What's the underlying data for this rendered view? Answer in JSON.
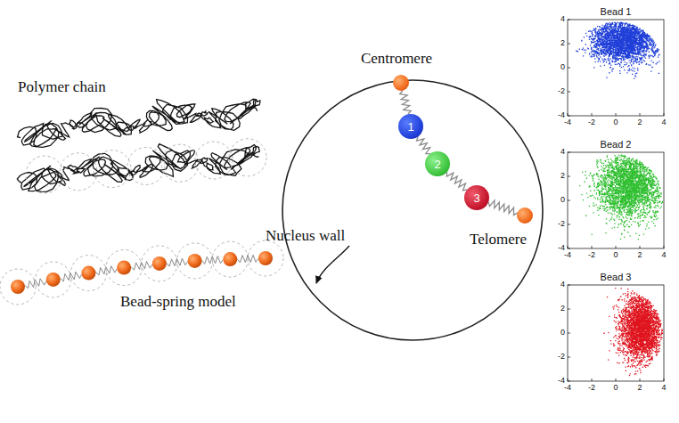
{
  "diagram": {
    "nodes": [
      {
        "text": [
          "Centromere"
        ]
      },
      {
        "text": [
          "1"
        ]
      },
      {
        "text": [
          "2"
        ]
      },
      {
        "text": [
          "3"
        ]
      },
      {
        "text": [
          "Telomere"
        ]
      }
    ],
    "edges": [
      {
        "from": 0,
        "to": 1,
        "arrow": "none"
      },
      {
        "from": 1,
        "to": 2,
        "arrow": "none"
      },
      {
        "from": 2,
        "to": 3,
        "arrow": "none"
      },
      {
        "from": 3,
        "to": 4,
        "arrow": "none"
      }
    ],
    "labels": [
      "Polymer chain",
      "Bead-spring model",
      "Nucleus wall",
      "Bead 1",
      "4",
      "2",
      "0",
      "-2",
      "-4",
      "-4",
      "-2",
      "0",
      "2",
      "4",
      "Bead 2",
      "4",
      "2",
      "0",
      "-2",
      "-4",
      "-4",
      "-2",
      "0",
      "2",
      "4",
      "Bead 3",
      "4",
      "2",
      "0",
      "-2",
      "-4",
      "-4",
      "-2",
      "0",
      "2",
      "4"
    ]
  }
}
